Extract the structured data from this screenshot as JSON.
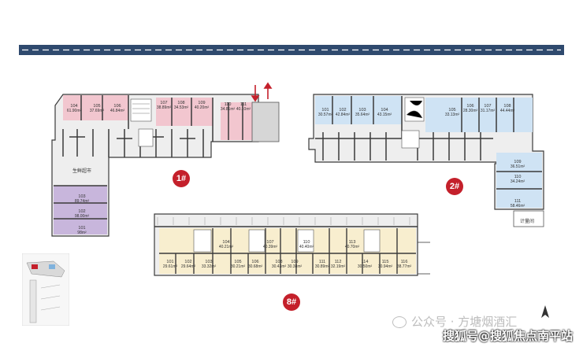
{
  "building_1": {
    "badge": "1#",
    "top_units": [
      {
        "id": "104",
        "area": "61.90m²"
      },
      {
        "id": "105",
        "area": "37.69m²"
      },
      {
        "id": "106",
        "area": "46.84m²"
      },
      {
        "id": "107",
        "area": "38.89m²"
      },
      {
        "id": "108",
        "area": "34.53m²"
      },
      {
        "id": "109",
        "area": "40.20m²"
      },
      {
        "id": "110",
        "area": "34.81m²"
      },
      {
        "id": "111",
        "area": "40.10m²"
      }
    ],
    "supermarket_label": "生鲜超市",
    "left_units": [
      {
        "id": "103",
        "area": "89.74m²"
      },
      {
        "id": "102",
        "area": "98.00m²"
      },
      {
        "id": "101",
        "area": "98m²"
      }
    ]
  },
  "building_2": {
    "badge": "2#",
    "top_units": [
      {
        "id": "101",
        "area": "30.57m²"
      },
      {
        "id": "102",
        "area": "42.84m²"
      },
      {
        "id": "103",
        "area": "35.64m²"
      },
      {
        "id": "104",
        "area": "43.15m²"
      },
      {
        "id": "105",
        "area": "33.13m²"
      },
      {
        "id": "106",
        "area": "28.30m²"
      },
      {
        "id": "107",
        "area": "31.17m²"
      },
      {
        "id": "108",
        "area": "44.44m²"
      }
    ],
    "right_units": [
      {
        "id": "109",
        "area": "36.51m²"
      },
      {
        "id": "110",
        "area": "34.24m²"
      },
      {
        "id": "111",
        "area": "58.46m²"
      }
    ],
    "corner_label": "计量间"
  },
  "building_8": {
    "badge": "8#",
    "upper_units": [
      {
        "id": "104",
        "area": "40.21m²"
      },
      {
        "id": "107",
        "area": "40.39m²"
      },
      {
        "id": "110",
        "area": "40.40m²"
      },
      {
        "id": "113",
        "area": "40.70m²"
      }
    ],
    "lower_units": [
      {
        "id": "101",
        "area": "29.61m²"
      },
      {
        "id": "102",
        "area": "29.64m²"
      },
      {
        "id": "103",
        "area": "33.32m²"
      },
      {
        "id": "105",
        "area": "30.21m²"
      },
      {
        "id": "106",
        "area": "30.68m²"
      },
      {
        "id": "108",
        "area": "30.43m²"
      },
      {
        "id": "109",
        "area": "30.38m²"
      },
      {
        "id": "111",
        "area": "30.89m²"
      },
      {
        "id": "112",
        "area": "32.19m²"
      },
      {
        "id": "114",
        "area": "30.50m²"
      },
      {
        "id": "115",
        "area": "30.94m²"
      },
      {
        "id": "116",
        "area": "38.77m²"
      }
    ]
  },
  "watermarks": {
    "wechat": "公众号 · 方塘烟酒汇",
    "sohu": "搜狐号@搜狐焦点南平站"
  },
  "colors": {
    "road": "#2f4a6e",
    "b1_units": "#f2c6cf",
    "b1_purple": "#c8b6dc",
    "b2_units": "#cfe3f4",
    "b8_units": "#f8eecf",
    "badge": "#c4202b",
    "wall": "#3a3a3a"
  }
}
